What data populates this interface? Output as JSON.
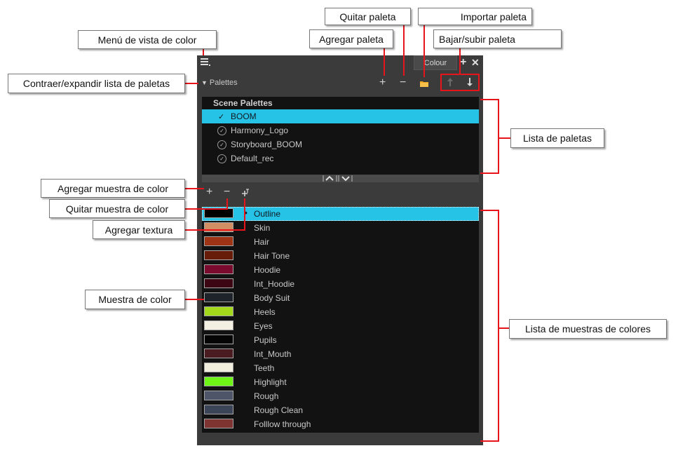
{
  "callouts": {
    "menu_vista": "Menú de vista de color",
    "contraer": "Contraer/expandir lista de paletas",
    "quitar_paleta": "Quitar paleta",
    "agregar_paleta": "Agregar paleta",
    "importar_paleta": "Importar paleta",
    "bajar_subir": "Bajar/subir paleta",
    "lista_paletas": "Lista de paletas",
    "agregar_muestra": "Agregar muestra de color",
    "quitar_muestra": "Quitar muestra de color",
    "agregar_textura": "Agregar textura",
    "muestra_color": "Muestra de color",
    "lista_muestras": "Lista de muestras de colores"
  },
  "panel": {
    "tab_label": "Colour",
    "section_label": "Palettes",
    "palette_header": "Scene Palettes"
  },
  "palettes": [
    {
      "name": "BOOM",
      "selected": true
    },
    {
      "name": "Harmony_Logo",
      "selected": false
    },
    {
      "name": "Storyboard_BOOM",
      "selected": false
    },
    {
      "name": "Default_rec",
      "selected": false
    }
  ],
  "swatches": [
    {
      "name": "Outline",
      "color": "#000000",
      "selected": true
    },
    {
      "name": "Skin",
      "color": "#d08e62"
    },
    {
      "name": "Hair",
      "color": "#9e3316"
    },
    {
      "name": "Hair Tone",
      "color": "#671c0a"
    },
    {
      "name": "Hoodie",
      "color": "#7a0a2e"
    },
    {
      "name": "Int_Hoodie",
      "color": "#3c0613"
    },
    {
      "name": "Body Suit",
      "color": "#1e2329"
    },
    {
      "name": "Heels",
      "color": "#a4d81a"
    },
    {
      "name": "Eyes",
      "color": "#f3efe3"
    },
    {
      "name": "Pupils",
      "color": "#050505"
    },
    {
      "name": "Int_Mouth",
      "color": "#4a1c22"
    },
    {
      "name": "Teeth",
      "color": "#f1eedd"
    },
    {
      "name": "Highlight",
      "color": "#6ef416"
    },
    {
      "name": "Rough",
      "color": "#4e5569"
    },
    {
      "name": "Rough Clean",
      "color": "#3b4557"
    },
    {
      "name": "Folllow through",
      "color": "#7e3532"
    }
  ],
  "colors": {
    "selection": "#27c3e6",
    "panel_bg": "#3b3b3b",
    "list_bg": "#121212",
    "callout_line": "#e8141c"
  },
  "icons": {
    "menu": "hamburger-icon",
    "add": "plus-icon",
    "remove": "minus-icon",
    "import": "folder-icon",
    "move_up": "arrow-up-icon",
    "move_down": "arrow-down-icon",
    "add_texture": "texture-plus-icon",
    "collapse": "triangle-down-icon"
  }
}
